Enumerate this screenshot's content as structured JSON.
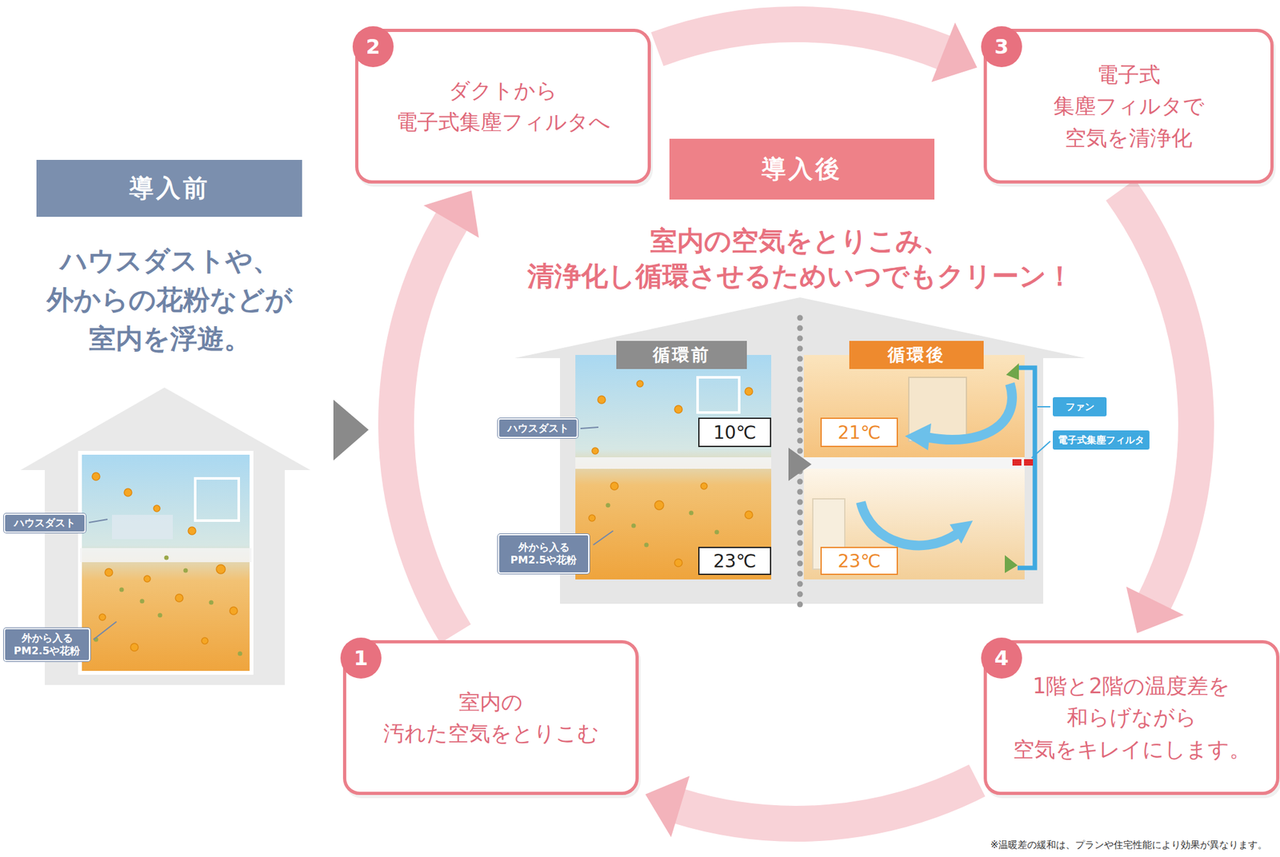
{
  "diagram": {
    "nodes": [
      {
        "text": [
          "導入前"
        ]
      },
      {
        "text": [
          "ハウスダスト"
        ]
      },
      {
        "text": [
          "外から入る PM2.5や花粉"
        ]
      },
      {
        "text": [
          "2",
          "ダクトから 電子式集塵フィルタへ"
        ]
      },
      {
        "text": [
          "導入後"
        ]
      },
      {
        "text": [
          "3",
          "電子式 集塵フィルタで 空気を清浄化"
        ]
      },
      {
        "text": [
          "循環前"
        ]
      },
      {
        "text": [
          "循環後"
        ]
      },
      {
        "text": [
          "ハウスダスト"
        ]
      },
      {
        "text": [
          "10℃"
        ]
      },
      {
        "text": [
          "21℃"
        ]
      },
      {
        "text": [
          "ファン"
        ]
      },
      {
        "text": [
          "電子式集塵フィルタ"
        ]
      },
      {
        "text": [
          "外から入る PM2.5や花粉"
        ]
      },
      {
        "text": [
          "23℃"
        ]
      },
      {
        "text": [
          "23℃"
        ]
      },
      {
        "text": [
          "1",
          "室内の 汚れた空気をとりこむ"
        ]
      },
      {
        "text": [
          "4",
          "1階と2階の温度差を 和らげながら 空気をキレイにします。"
        ]
      }
    ],
    "edges": [
      {
        "from": 16,
        "to": 3,
        "arrow": "to"
      },
      {
        "from": 3,
        "to": 5,
        "arrow": "to"
      },
      {
        "from": 5,
        "to": 17,
        "arrow": "to"
      },
      {
        "from": 17,
        "to": 16,
        "arrow": "to"
      }
    ],
    "labels": [
      "ハウスダストや、 外からの花粉などが 室内を浮遊。",
      "室内の空気をとりこみ、 清浄化し循環させるためいつでもクリーン！",
      "※温暖差の緩和は、プランや住宅性能により効果が異なります。"
    ]
  }
}
